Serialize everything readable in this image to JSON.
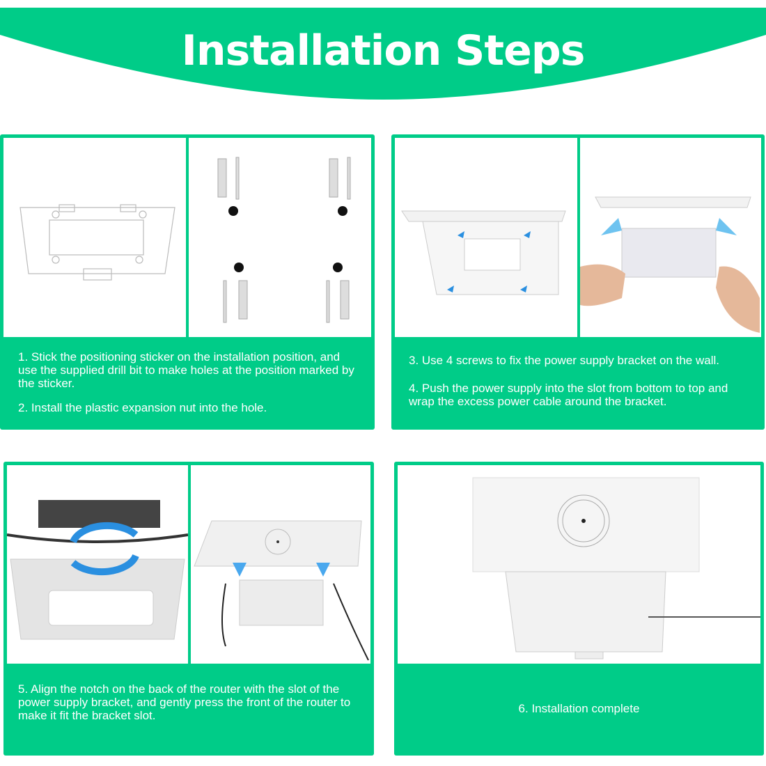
{
  "header": {
    "title": "Installation Steps"
  },
  "colors": {
    "accent": "#00cc88",
    "arrow": "#2a8fe0"
  },
  "steps": {
    "s1": "1. Stick the positioning sticker on the installation position, and use the supplied drill bit to make holes at the position marked by the sticker.",
    "s2": "2. Install the plastic expansion nut into the hole.",
    "s3": "3. Use 4 screws to fix the power supply bracket on the wall.",
    "s4": "4. Push the power supply into the slot from bottom to top and wrap the excess power cable around the bracket.",
    "s5": "5. Align the notch on the back of the router with the slot of the power supply bracket, and gently press the front of the router to make it fit the bracket slot.",
    "s6": "6. Installation complete"
  }
}
